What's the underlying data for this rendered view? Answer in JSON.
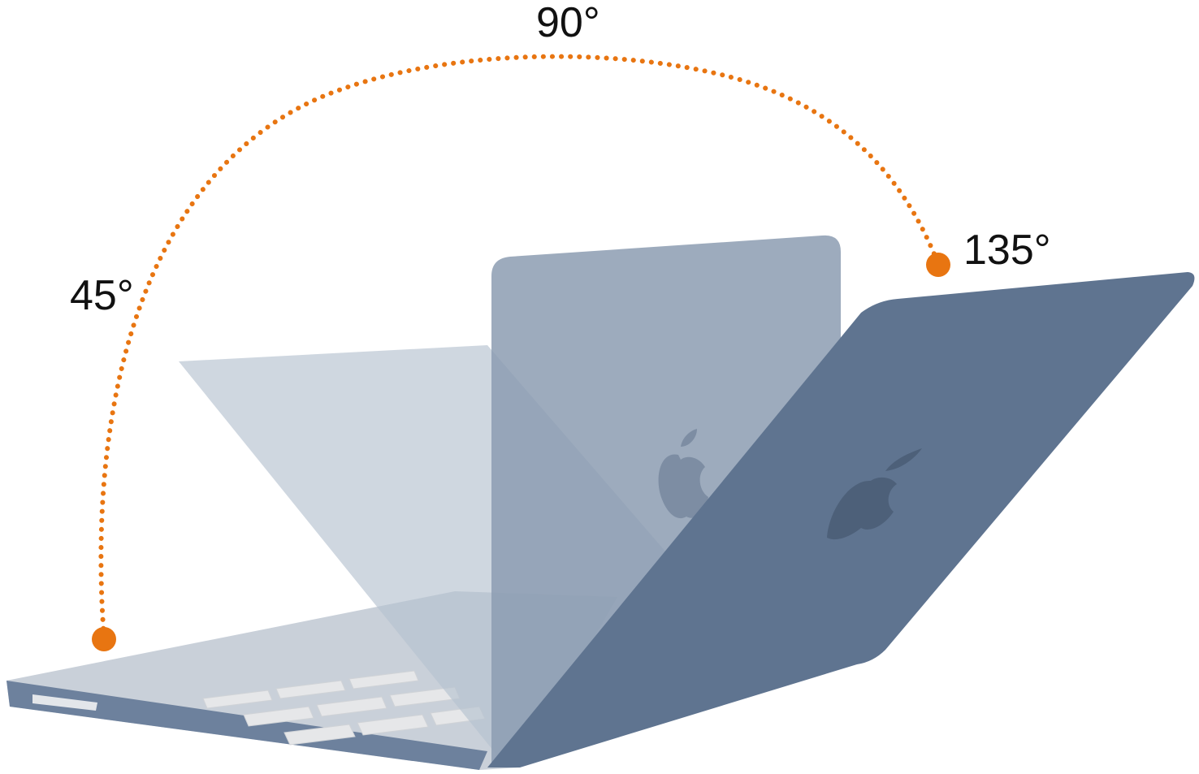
{
  "angles": {
    "low": "45°",
    "mid": "90°",
    "high": "135°"
  },
  "colors": {
    "arc": "#E87511",
    "case_blue": "#5F7490",
    "case_blue_mid": "#8FA0B5",
    "case_blue_light": "#C4CCD7",
    "keyboard": "#E6E7E9",
    "label_text": "#111111"
  },
  "icons": [
    "apple-logo-icon"
  ]
}
